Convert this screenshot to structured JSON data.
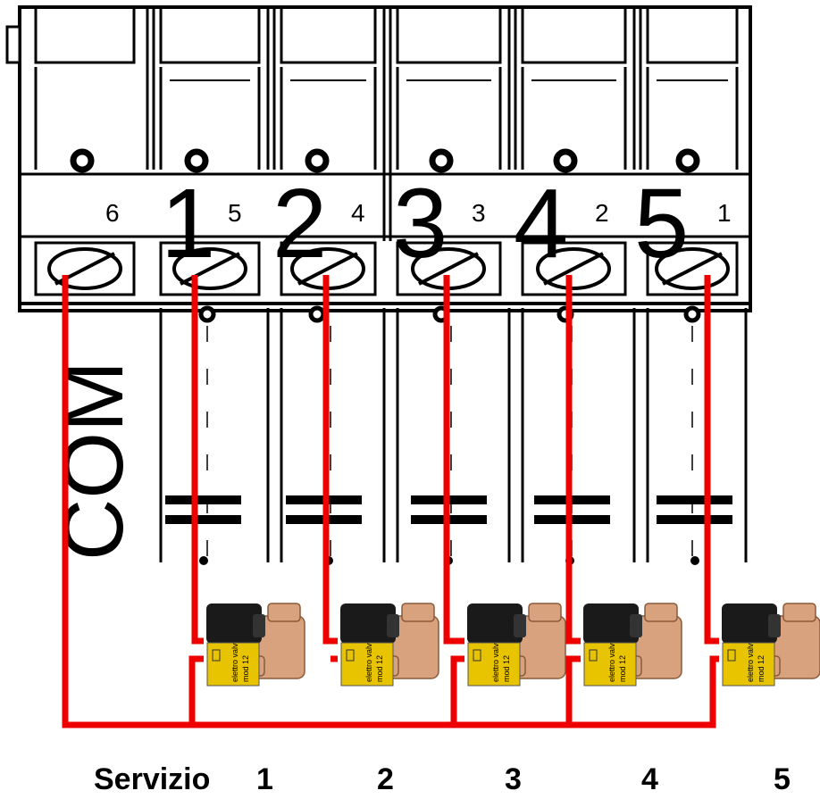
{
  "terminal_block": {
    "com_label": "COM",
    "terminals": [
      {
        "big": "1",
        "small": "5"
      },
      {
        "big": "2",
        "small": "4"
      },
      {
        "big": "3",
        "small": "3"
      },
      {
        "big": "4",
        "small": "2"
      },
      {
        "big": "5",
        "small": "1"
      }
    ],
    "com_small": "6"
  },
  "valve": {
    "line1": "elettro valv",
    "line2": "mod 12"
  },
  "footer": {
    "label": "Servizio",
    "numbers": [
      "1",
      "2",
      "3",
      "4",
      "5"
    ]
  },
  "colors": {
    "wire": "#ee0000",
    "brass": "#d9a27e",
    "coil": "#1a1a1a",
    "label_plate": "#e8c400"
  }
}
